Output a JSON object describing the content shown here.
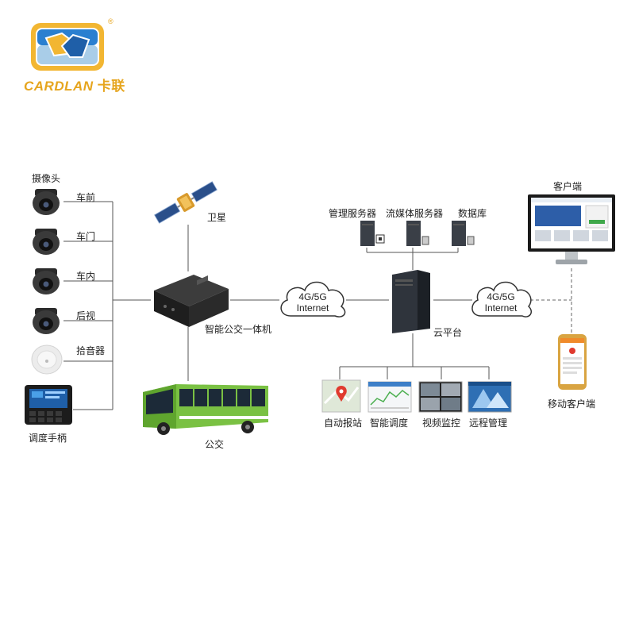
{
  "brand": {
    "name": "CARDLAN",
    "name_cn": "卡联",
    "reg_mark": "®",
    "colors": {
      "gold": "#e6a51e",
      "blue": "#1f73c3"
    }
  },
  "cameras": {
    "title": "摄像头",
    "items": [
      {
        "label": "车前",
        "icon": "dome-camera-icon"
      },
      {
        "label": "车门",
        "icon": "dome-camera-icon"
      },
      {
        "label": "车内",
        "icon": "dome-camera-icon"
      },
      {
        "label": "后视",
        "icon": "dome-camera-icon"
      }
    ],
    "pickup": {
      "label": "拾音器",
      "icon": "microphone-pickup-icon"
    },
    "console": {
      "label": "调度手柄",
      "icon": "dispatch-console-icon"
    }
  },
  "satellite": {
    "label": "卫星",
    "icon": "satellite-icon"
  },
  "terminal": {
    "label": "智能公交一体机",
    "icon": "mdvr-terminal-icon"
  },
  "bus": {
    "label": "公交",
    "icon": "bus-icon"
  },
  "clouds": [
    {
      "line1": "4G/5G",
      "line2": "Internet"
    },
    {
      "line1": "4G/5G",
      "line2": "Internet"
    }
  ],
  "servers": [
    {
      "label": "管理服务器",
      "icon": "server-icon"
    },
    {
      "label": "流媒体服务器",
      "icon": "server-icon"
    },
    {
      "label": "数据库",
      "icon": "server-icon"
    }
  ],
  "cloud_platform": {
    "label": "云平台",
    "icon": "tower-server-icon"
  },
  "functions": [
    {
      "label": "自动报站",
      "icon": "map-pin-icon"
    },
    {
      "label": "智能调度",
      "icon": "dispatch-chart-icon"
    },
    {
      "label": "视频监控",
      "icon": "video-monitor-icon"
    },
    {
      "label": "远程管理",
      "icon": "remote-manage-icon"
    }
  ],
  "client": {
    "label": "客户端",
    "icon": "desktop-monitor-icon"
  },
  "mobile_client": {
    "label": "移动客户端",
    "icon": "smartphone-icon"
  }
}
